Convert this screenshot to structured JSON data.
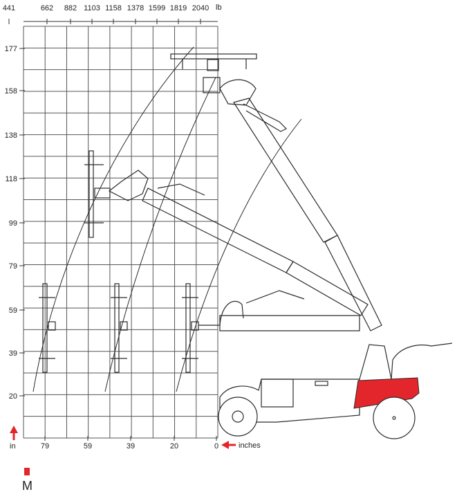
{
  "diagram": {
    "load_axis": {
      "unit": "lb",
      "ticks": [
        "441",
        "662",
        "882",
        "1103",
        "1158",
        "1378",
        "1599",
        "1819",
        "2040"
      ]
    },
    "height_axis": {
      "unit": "in",
      "ticks": [
        "177",
        "158",
        "138",
        "118",
        "99",
        "79",
        "59",
        "39",
        "20"
      ]
    },
    "reach_axis": {
      "unit": "inches",
      "ticks": [
        "79",
        "59",
        "39",
        "20",
        "0"
      ]
    },
    "model_label": "M",
    "colors": {
      "accent": "#e3262b",
      "grid": "#555555",
      "line": "#2a2a2a"
    }
  }
}
